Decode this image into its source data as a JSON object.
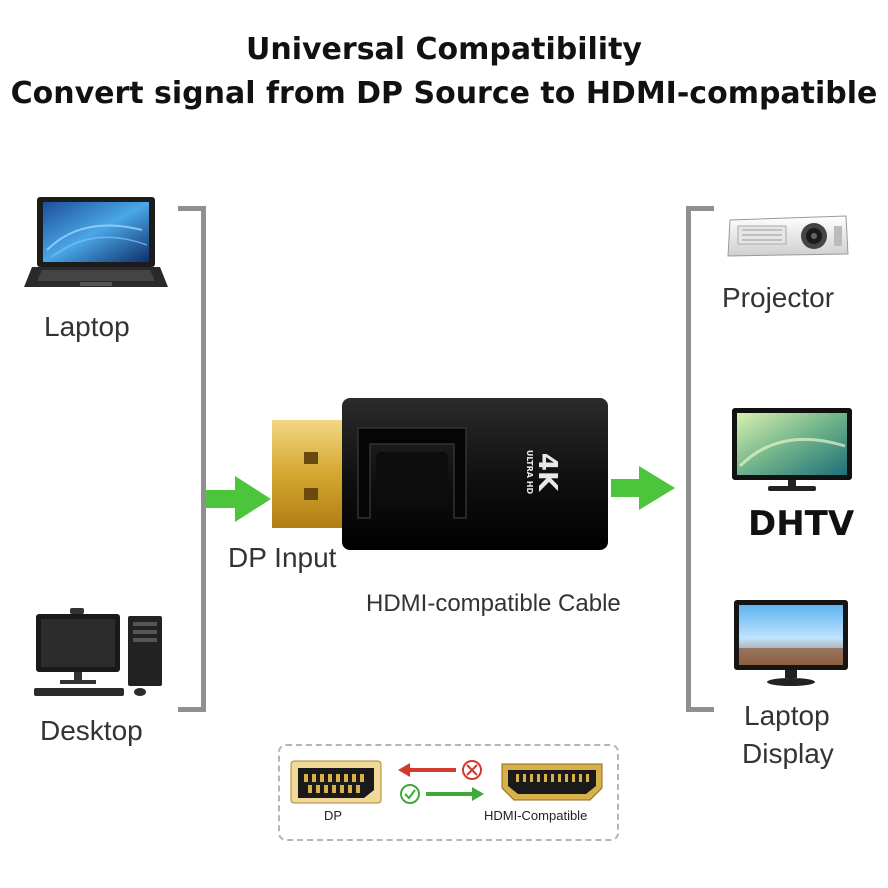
{
  "header": {
    "title": "Universal Compatibility",
    "subtitle": "Convert signal from DP Source to HDMI-compatible"
  },
  "sources": {
    "laptop": "Laptop",
    "desktop": "Desktop"
  },
  "adapter": {
    "input_label": "DP Input",
    "cable_label": "HDMI-compatible Cable",
    "badge_main": "4K",
    "badge_sub": "ULTRA HD"
  },
  "outputs": {
    "projector": "Projector",
    "dhtv": "DHTV",
    "laptop_display_line1": "Laptop",
    "laptop_display_line2": "Display"
  },
  "legend": {
    "dp_label": "DP",
    "hdmi_label": "HDMI-Compatible"
  },
  "colors": {
    "arrow_green": "#4cc53c",
    "bracket_gray": "#8f8f8f",
    "invalid_red": "#d23a2e",
    "valid_green": "#3fa93a"
  }
}
